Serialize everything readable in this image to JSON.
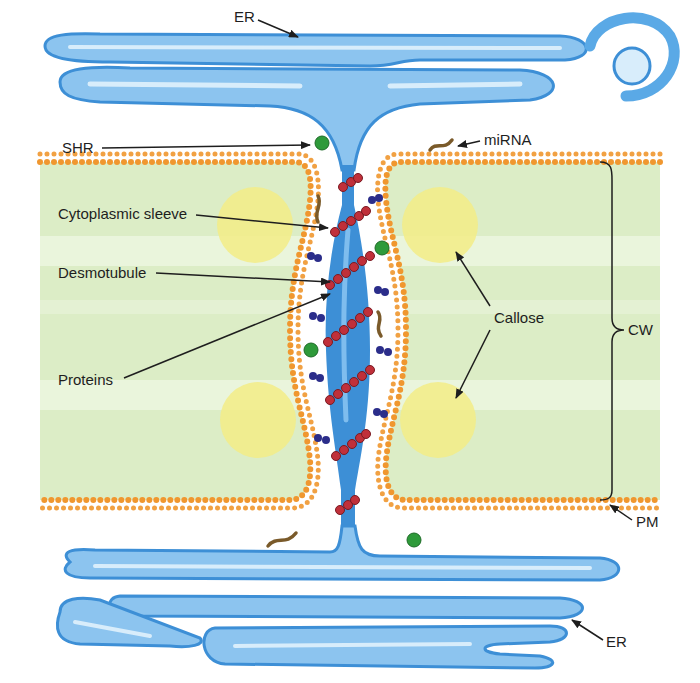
{
  "diagram": {
    "labels": [
      "ER",
      "SHR",
      "miRNA",
      "Cytoplasmic sleeve",
      "Desmotubule",
      "Callose",
      "CW",
      "Proteins",
      "PM",
      "ER"
    ]
  }
}
